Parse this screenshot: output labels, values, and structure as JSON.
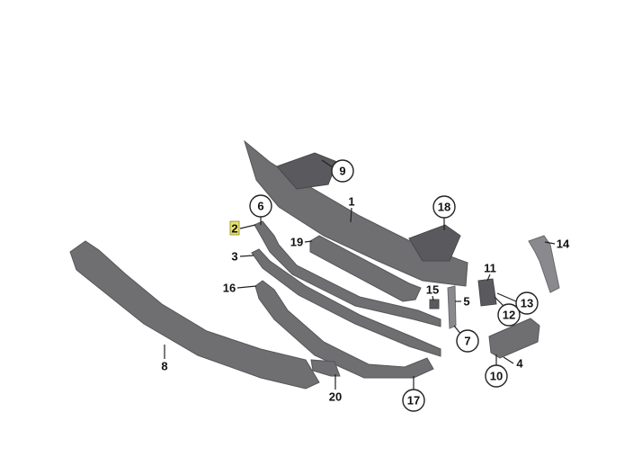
{
  "diagram": {
    "title": "Front bumper carrier parts diagram",
    "highlighted_label": "2",
    "labels": {
      "p1": "1",
      "p2": "2",
      "p3": "3",
      "p4": "4",
      "p5": "5",
      "p6": "6",
      "p7": "7",
      "p8": "8",
      "p9": "9",
      "p10": "10",
      "p11": "11",
      "p12": "12",
      "p13": "13",
      "p14": "14",
      "p15": "15",
      "p16": "16",
      "p17": "17",
      "p18": "18",
      "p19": "19",
      "p20": "20"
    },
    "colors": {
      "part": "#6f6f72",
      "highlight": "#e8e070"
    }
  }
}
